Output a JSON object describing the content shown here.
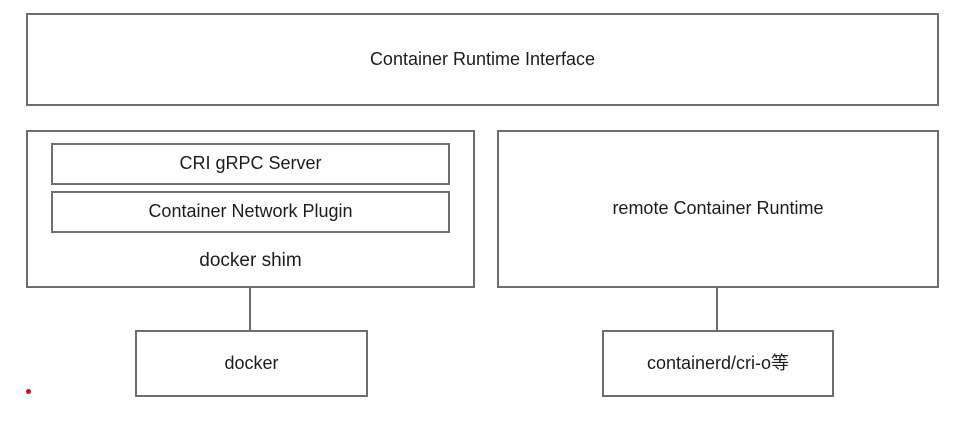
{
  "diagram": {
    "title_box": {
      "label": "Container Runtime Interface"
    },
    "docker_shim_box": {
      "label": "docker shim",
      "children": [
        {
          "label": "CRI gRPC Server"
        },
        {
          "label": "Container Network Plugin"
        }
      ]
    },
    "remote_runtime_box": {
      "label": "remote Container Runtime"
    },
    "docker_box": {
      "label": "docker"
    },
    "containerd_box": {
      "label": "containerd/cri-o等"
    },
    "colors": {
      "border": "#6e6e6e",
      "text": "#1c1c1c",
      "marker_dot": "#cc0f0f"
    }
  }
}
